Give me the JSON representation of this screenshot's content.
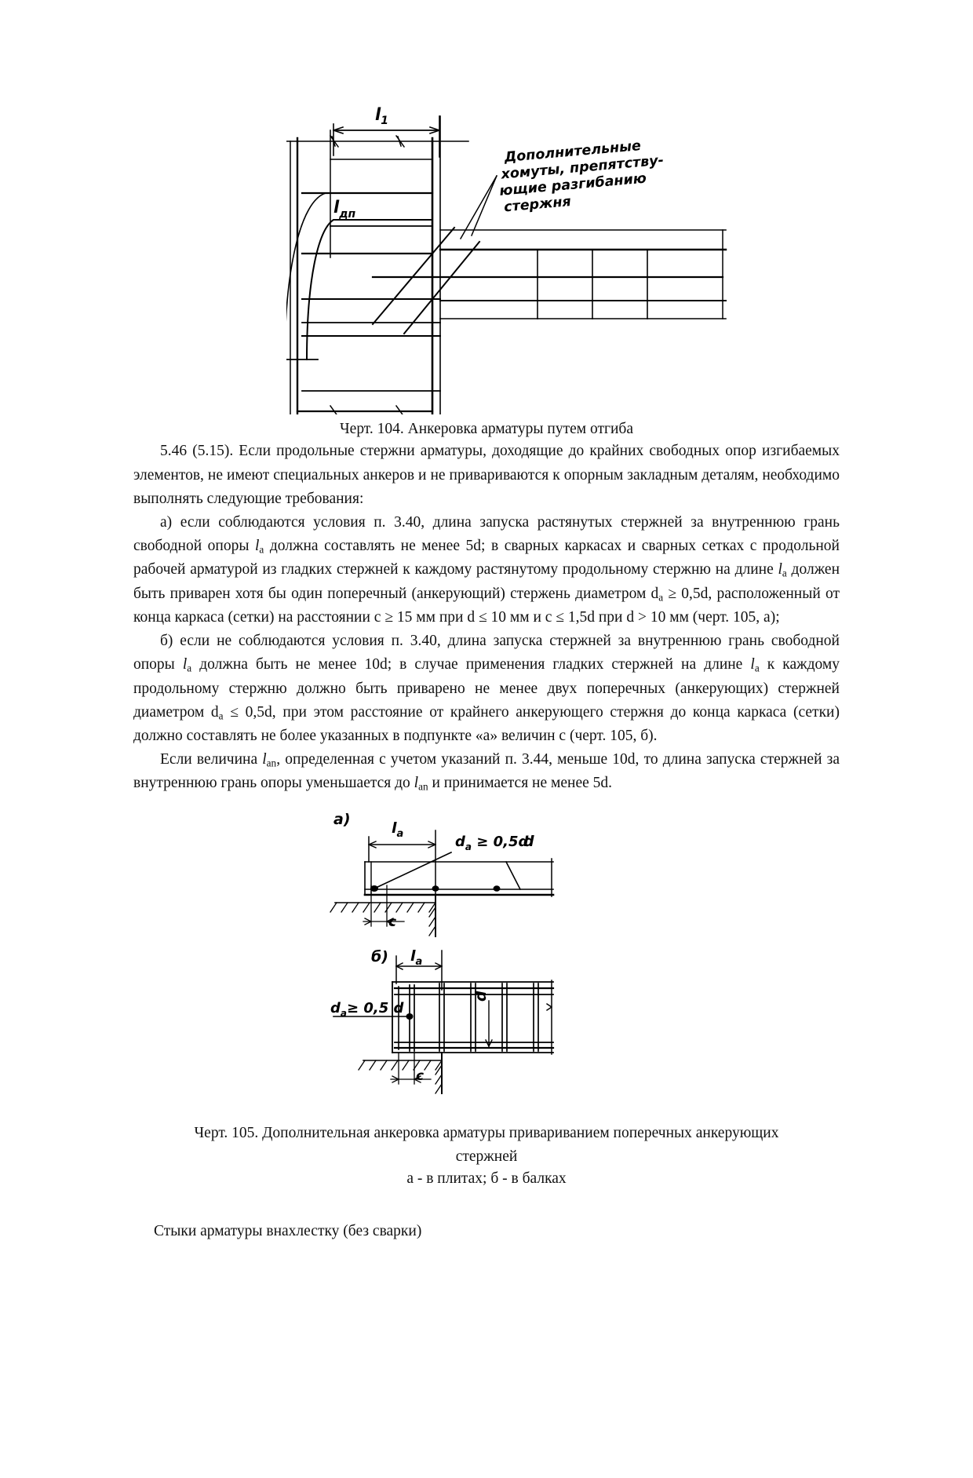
{
  "document": {
    "language": "ru",
    "type": "technical-standard-page"
  },
  "figure104": {
    "caption": "Черт. 104. Анкеровка арматуры путем отгиба",
    "labels": {
      "l1": "l",
      "l1_sub": "1",
      "ldp": "l",
      "ldp_sub": "дп",
      "annotation_line1": "Дополнительные",
      "annotation_line2": "хомуты, препятству-",
      "annotation_line3": "ющие разгибанию",
      "annotation_line4": "стержня"
    }
  },
  "body": {
    "p1_num": "5.46 (5.15).",
    "p1": "5.46 (5.15). Если продольные стержни арматуры, доходящие до крайних свободных опор изгибаемых элементов, не имеют специальных анкеров и не привариваются к опорным закладным деталям, необходимо выполнять следующие требования:",
    "p2_part1": "а) если соблюдаются условия п. 3.40, длина запуска растянутых стержней за внутреннюю грань свободной опоры ",
    "p2_la": "l",
    "p2_la_sub": "а",
    "p2_part2": " должна составлять не менее 5d; в сварных каркасах и сварных сетках с продольной рабочей арматурой из гладких стержней к каждому растянутому продольному стержню на длине ",
    "p2_la2": "l",
    "p2_la2_sub": "а",
    "p2_part3": " должен быть приварен хотя бы один поперечный (анкерующий) стержень диаметром d",
    "p2_da_sub": "а",
    "p2_part4": " ≥ 0,5d, расположенный от конца каркаса (сетки) на расстоянии с ≥ 15 мм при d ≤ 10 мм и с ≤ 1,5d при d > 10 мм (черт. 105, а);",
    "p3_part1": "б) если не соблюдаются условия п. 3.40, длина запуска стержней за внутреннюю грань свободной опоры ",
    "p3_la": "l",
    "p3_la_sub": "а",
    "p3_part2": " должна быть не менее 10d; в случае применения гладких стержней на длине ",
    "p3_la2": "l",
    "p3_la2_sub": "а",
    "p3_part3": " к каждому продольному стержню должно быть приварено не менее двух поперечных (анкерующих) стержней диаметром d",
    "p3_da_sub": "а",
    "p3_part4": " ≤ 0,5d, при этом расстояние от крайнего анкерующего стержня до конца каркаса (сетки) должно составлять не более указанных в подпункте «а» величин с (черт. 105, б).",
    "p4_part1": "Если величина ",
    "p4_lan": "l",
    "p4_lan_sub": "an",
    "p4_part2": ", определенная с учетом указаний п. 3.44, меньше 10d, то длина запуска стержней за внутреннюю грань опоры уменьшается до ",
    "p4_lan2": "l",
    "p4_lan2_sub": "an",
    "p4_part3": " и принимается не менее 5d."
  },
  "figure105": {
    "part_a_label": "а)",
    "part_b_label": "б)",
    "labels": {
      "la": "l",
      "la_sub": "а",
      "da_gte": "d",
      "da_sub": "а",
      "da_rel_a": "≥ 0,5d",
      "da_rel_b": "≥ 0,5 d",
      "d": "d",
      "c": "c"
    },
    "caption_line1": "Черт. 105. Дополнительная анкеровка арматуры привариванием поперечных анкерующих",
    "caption_line2": "стержней",
    "caption_line3": "а - в плитах; б - в балках"
  },
  "footer": {
    "text": "Стыки арматуры внахлестку (без сварки)"
  },
  "colors": {
    "ink": "#111111",
    "line": "#000000",
    "page": "#ffffff"
  }
}
